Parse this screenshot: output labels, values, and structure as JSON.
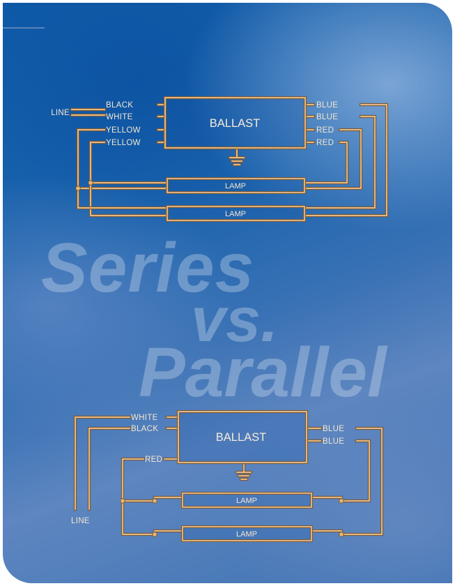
{
  "background_text": [
    "Series",
    "vs.",
    "Parallel"
  ],
  "series_diagram": {
    "ballast_label": "BALLAST",
    "line_label": "LINE",
    "left_wires": [
      "BLACK",
      "WHITE",
      "YELLOW",
      "YELLOW"
    ],
    "right_wires": [
      "BLUE",
      "BLUE",
      "RED",
      "RED"
    ],
    "lamps": [
      "LAMP",
      "LAMP"
    ]
  },
  "parallel_diagram": {
    "ballast_label": "BALLAST",
    "line_label": "LINE",
    "left_wires": [
      "WHITE",
      "BLACK",
      "RED"
    ],
    "right_wires": [
      "BLUE",
      "BLUE"
    ],
    "lamps": [
      "LAMP",
      "LAMP"
    ]
  },
  "colors": {
    "wire": "#f3c68f",
    "wire_shadow": "#7a5a38",
    "panel": "#1b63ad"
  }
}
